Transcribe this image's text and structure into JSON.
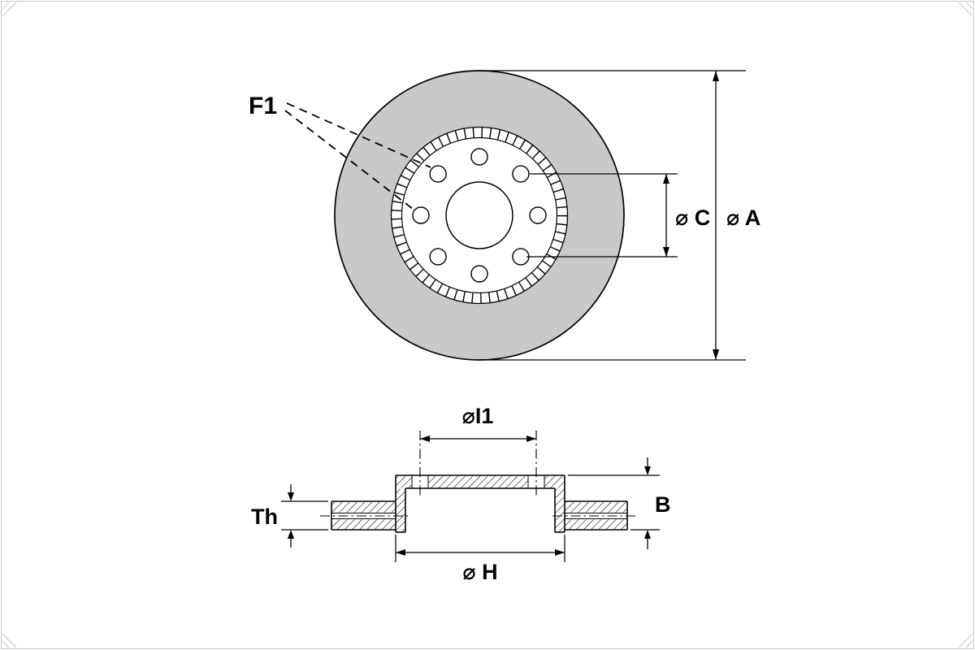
{
  "diagram": {
    "labels": {
      "f1": "F1",
      "dia_c": "⌀ C",
      "dia_a": "⌀ A",
      "dia_i1": "⌀I1",
      "th": "Th",
      "b": "B",
      "dia_h": "⌀ H"
    },
    "colors": {
      "disc_fill": "#c9c9c9",
      "line": "#000000",
      "frame": "#cfcfcf",
      "background": "#ffffff"
    }
  }
}
